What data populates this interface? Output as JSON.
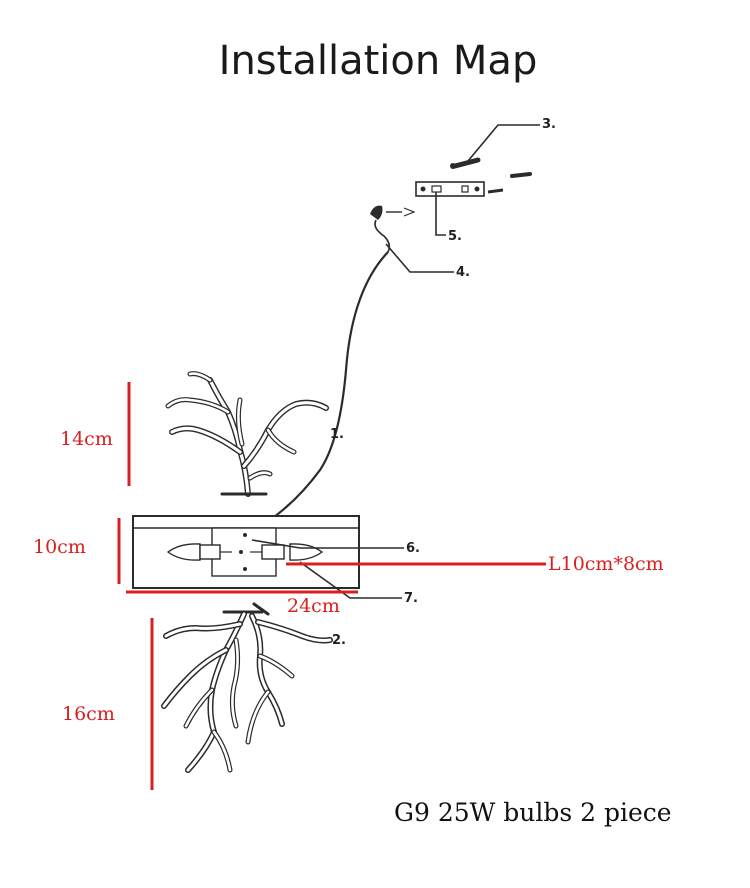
{
  "title": "Installation Map",
  "callouts": {
    "c1": "1.",
    "c2": "2.",
    "c3": "3.",
    "c4": "4.",
    "c5": "5.",
    "c6": "6.",
    "c7": "7."
  },
  "dimensions": {
    "top_height": "14cm",
    "body_height": "10cm",
    "body_width": "24cm",
    "bottom_height": "16cm",
    "glass": "L10cm*8cm"
  },
  "footer": "G9 25W bulbs 2 piece",
  "colors": {
    "dimension_red": "#d91f1f",
    "ink": "#2b2b2b"
  }
}
